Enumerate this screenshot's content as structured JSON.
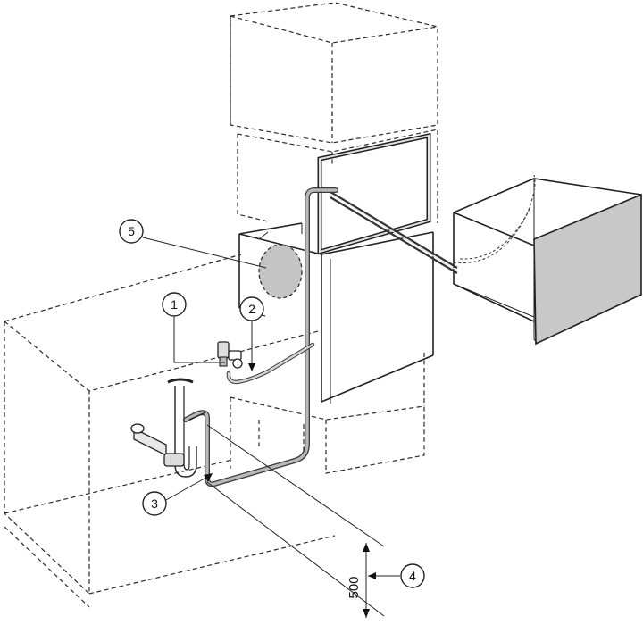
{
  "callouts": [
    {
      "id": "1",
      "label": "1"
    },
    {
      "id": "2",
      "label": "2"
    },
    {
      "id": "3",
      "label": "3"
    },
    {
      "id": "4",
      "label": "4"
    },
    {
      "id": "5",
      "label": "5"
    }
  ],
  "dimension": {
    "value": "500"
  },
  "colors": {
    "line": "#222222",
    "hose": "#b8b8b8",
    "drawer_front": "#c8c8c8",
    "area5": "#c4c4c4"
  }
}
